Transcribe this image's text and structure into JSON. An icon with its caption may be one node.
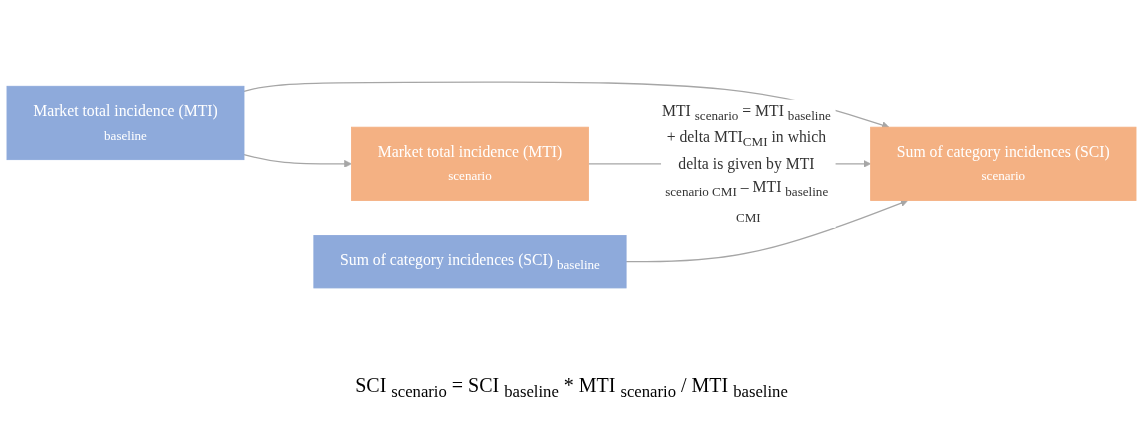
{
  "diagram": {
    "nodes": [
      {
        "text": [
          "Market total incidence (MTI)",
          "baseline"
        ]
      },
      {
        "text": [
          "Market total incidence (MTI)",
          "scenario"
        ]
      },
      {
        "text": [
          "Sum of category incidences (SCI) $_{baseline}$"
        ]
      },
      {
        "text": [
          "Sum of category incidences (SCI)",
          "scenario"
        ]
      }
    ],
    "labels": [
      "SCI $_{scenario}$ = SCI $_{baseline}$ * MTI $_{scenario}$ / MTI $_{baseline}$"
    ],
    "edges": [
      {
        "from": 0,
        "to": 1,
        "arrow": "to"
      },
      {
        "from": 0,
        "to": 3,
        "arrow": "to"
      },
      {
        "from": 1,
        "to": 3,
        "arrow": "to",
        "label": "MTI $_{scenario}$ = MTI $_{baseline}$ + delta MTI$_{CMI}$ in which delta is given by MTI $_{scenario CMI}$ – MTI $_{baseline CMI}$"
      },
      {
        "from": 2,
        "to": 3,
        "arrow": "to"
      }
    ]
  }
}
